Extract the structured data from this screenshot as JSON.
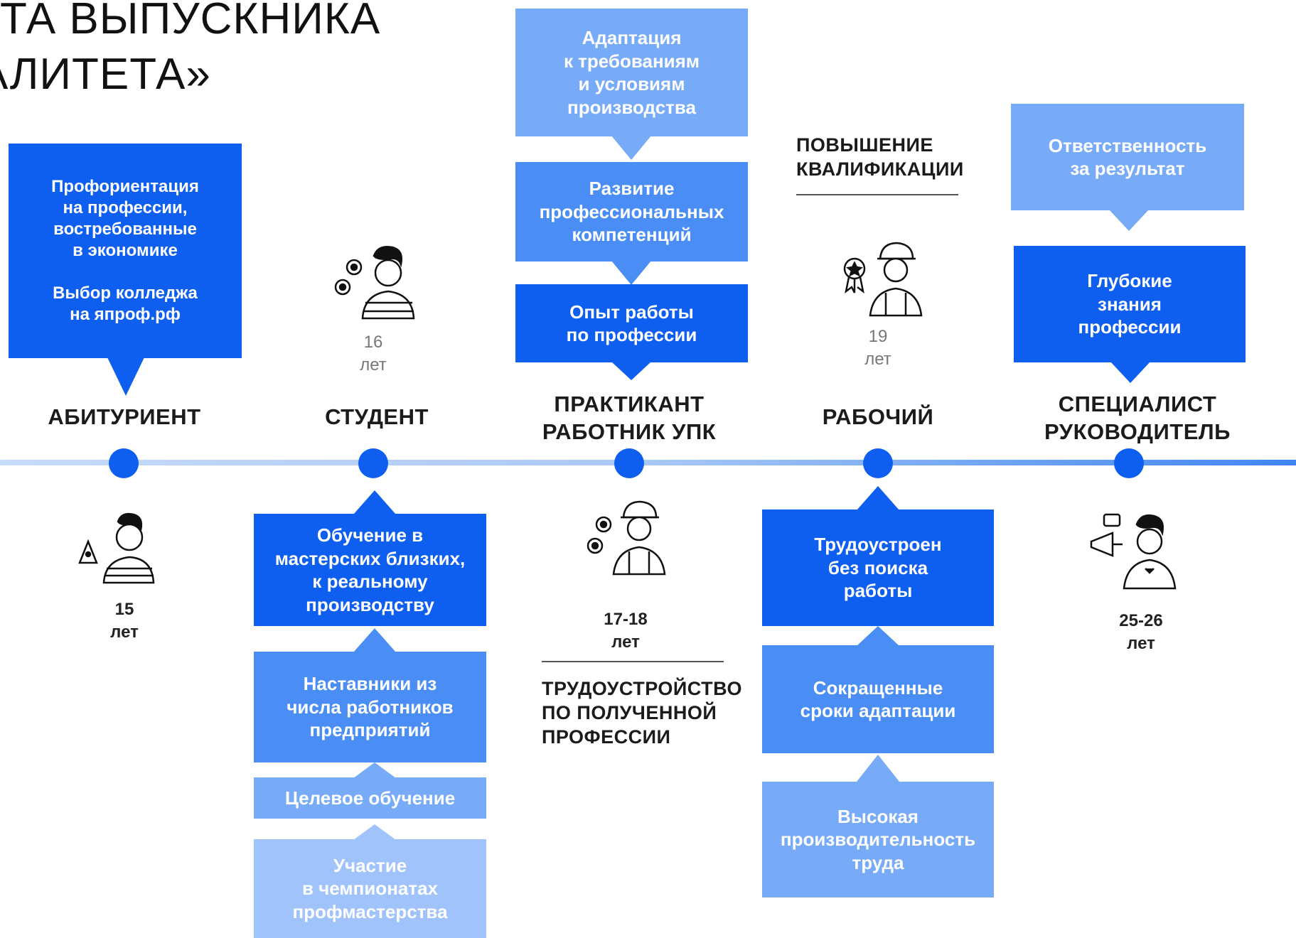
{
  "title": {
    "line1": "ТА ВЫПУСКНИКА",
    "line2": "АЛИТЕТА»"
  },
  "stages": [
    {
      "label": "АБИТУРИЕНТ",
      "age": "15\nлет"
    },
    {
      "label": "СТУДЕНТ",
      "age": "16\nлет"
    },
    {
      "label": "ПРАКТИКАНТ\nРАБОТНИК УПК",
      "age": "17-18\nлет"
    },
    {
      "label": "РАБОЧИЙ",
      "age": "19\nлет"
    },
    {
      "label": "СПЕЦИАЛИСТ\nРУКОВОДИТЕЛЬ",
      "age": "25-26\nлет"
    }
  ],
  "boxes": {
    "applicant": "Профориентация\nна профессии,\nвостребованные\nв экономике\n\nВыбор колледжа\nна япроф.рф",
    "student": [
      "Обучение в\nмастерских близких,\nк реальному\nпроизводству",
      "Наставники из\nчисла работников\nпредприятий",
      "Целевое обучение",
      "Участие\nв чемпионатах\nпрофмастерства"
    ],
    "intern": [
      "Адаптация\nк требованиям\nи условиям\nпроизводства",
      "Развитие\nпрофессиональных\nкомпетенций",
      "Опыт работы\nпо профессии"
    ],
    "worker": [
      "Трудоустроен\nбез поиска\nработы",
      "Сокращенные\nсроки адаптации",
      "Высокая\nпроизводительность\nтруда"
    ],
    "specialist": [
      "Ответственность\nза результат",
      "Глубокие\nзнания\nпрофессии"
    ]
  },
  "notes": {
    "qualification": "ПОВЫШЕНИЕ\nКВАЛИФИКАЦИИ",
    "employment": "ТРУДОУСТРОЙСТВО\nПО ПОЛУЧЕННОЙ\nПРОФЕССИИ"
  },
  "icons": [
    "student-icon",
    "gears-icon",
    "hard-hat-worker-icon",
    "award-badge-icon",
    "megaphone-icon"
  ],
  "colors": {
    "primary": "#0e5ff0",
    "mid": "#4a8ef5",
    "light": "#77aaf7",
    "lighter": "#9fc3fa",
    "timeline": "#a9c8f8"
  }
}
